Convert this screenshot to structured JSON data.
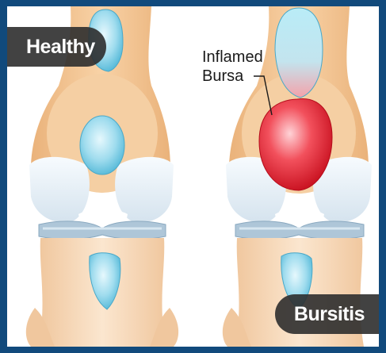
{
  "labels": {
    "healthy": "Healthy",
    "bursitis": "Bursitis",
    "callout_line1": "Inflamed",
    "callout_line2": "Bursa"
  },
  "colors": {
    "border": "#114a7c",
    "skin": "#f3c592",
    "bone": "#f6dcc0",
    "cartilage": "#e4eef6",
    "meniscus": "#aec6d8",
    "healthy_bursa": "#8fd6ea",
    "inflamed_bursa": "#e8303f",
    "label_bg": "#2d2d2d"
  },
  "icons": [
    "healthy-knee-illustration",
    "inflamed-knee-illustration"
  ]
}
